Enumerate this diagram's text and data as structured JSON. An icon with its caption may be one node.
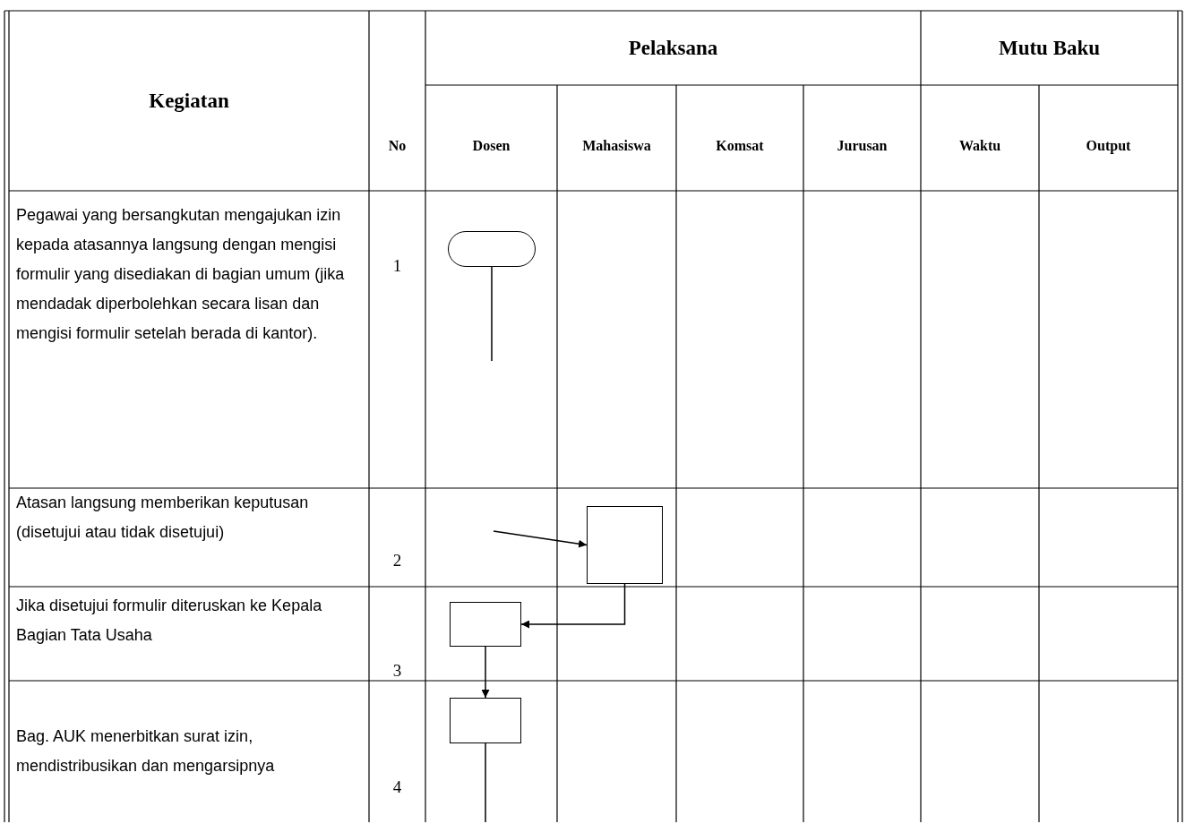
{
  "diagram": {
    "nodes": [
      {
        "text": [],
        "shape": "terminator"
      },
      {
        "text": [],
        "shape": "box"
      },
      {
        "text": [],
        "shape": "box"
      },
      {
        "text": [],
        "shape": "box"
      }
    ],
    "edges": [
      {
        "from": 0,
        "to": null,
        "arrow": "none"
      },
      {
        "from": null,
        "to": 1,
        "arrow": "to"
      },
      {
        "from": 1,
        "to": 2,
        "arrow": "to"
      },
      {
        "from": 2,
        "to": 3,
        "arrow": "to"
      },
      {
        "from": 3,
        "to": null,
        "arrow": "none"
      }
    ],
    "labels": [
      "Kegiatan",
      "Pelaksana",
      "Mutu Baku",
      "No",
      "Dosen",
      "Mahasiswa",
      "Komsat",
      "Jurusan",
      "Waktu",
      "Output",
      "Pegawai yang bersangkutan mengajukan izin kepada atasannya langsung dengan mengisi formulir yang disediakan di bagian umum (jika mendadak diperbolehkan secara lisan dan mengisi formulir setelah berada di kantor).",
      "1",
      "Atasan langsung memberikan keputusan (disetujui atau tidak disetujui)",
      "2",
      "Jika disetujui formulir diteruskan ke Kepala Bagian Tata Usaha",
      "3",
      "Bag. AUK menerbitkan surat izin, mendistribusikan dan mengarsipnya",
      "4"
    ]
  }
}
